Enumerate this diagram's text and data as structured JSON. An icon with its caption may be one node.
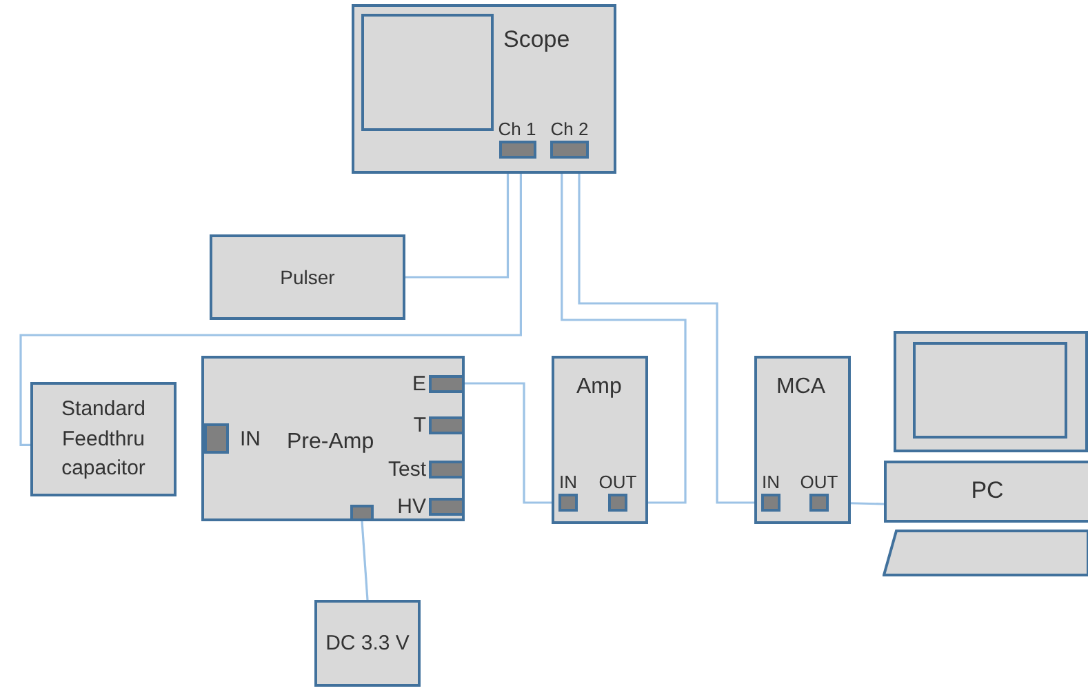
{
  "diagram": {
    "nodes": [
      {
        "text": [
          "Scope"
        ]
      },
      {
        "text": [
          "Ch 1"
        ],
        "in": 0
      },
      {
        "text": [
          "Ch 2"
        ],
        "in": 0
      },
      {
        "text": [
          "Pulser"
        ]
      },
      {
        "text": [
          "Standard Feedthru capacitor"
        ]
      },
      {
        "text": [
          "Pre-Amp"
        ]
      },
      {
        "text": [
          "IN"
        ],
        "in": 5
      },
      {
        "text": [
          "E"
        ],
        "in": 5
      },
      {
        "text": [
          "T"
        ],
        "in": 5
      },
      {
        "text": [
          "Test"
        ],
        "in": 5
      },
      {
        "text": [
          "HV"
        ],
        "in": 5
      },
      {
        "text": [],
        "shape": "box",
        "in": 5
      },
      {
        "text": [
          "Amp"
        ]
      },
      {
        "text": [
          "IN"
        ],
        "in": 12
      },
      {
        "text": [
          "OUT"
        ],
        "in": 12
      },
      {
        "text": [
          "MCA"
        ]
      },
      {
        "text": [
          "IN"
        ],
        "in": 15
      },
      {
        "text": [
          "OUT"
        ],
        "in": 15
      },
      {
        "text": [
          "PC"
        ]
      },
      {
        "text": [
          "DC 3.3 V"
        ]
      }
    ],
    "edges": [
      {
        "from": 3,
        "to": 1,
        "arrow": "none"
      },
      {
        "from": 1,
        "to": 4,
        "arrow": "none"
      },
      {
        "from": 2,
        "to": 14,
        "arrow": "none"
      },
      {
        "from": 2,
        "to": 16,
        "arrow": "none"
      },
      {
        "from": 7,
        "to": 13,
        "arrow": "none"
      },
      {
        "from": 17,
        "to": 18,
        "arrow": "none"
      },
      {
        "from": 11,
        "to": 19,
        "arrow": "none"
      }
    ]
  }
}
